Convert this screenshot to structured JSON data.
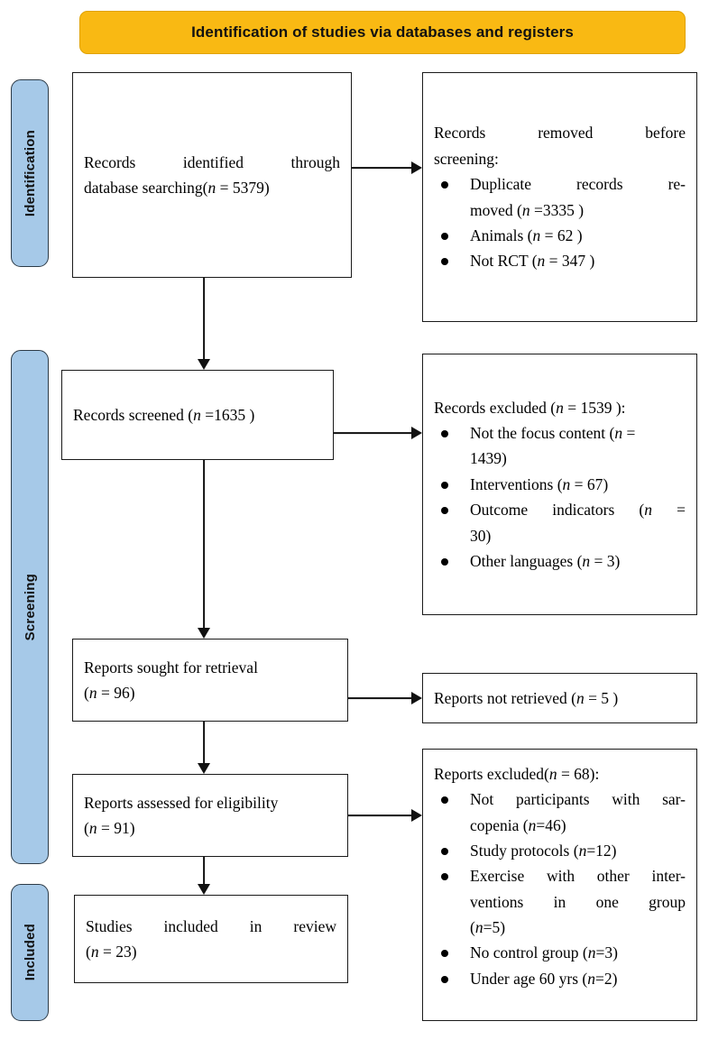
{
  "header": {
    "title": "Identification of studies via databases and registers",
    "background_color": "#F9B913"
  },
  "stages": {
    "background_color": "#A6C9E8",
    "items": [
      {
        "id": "identification",
        "label": "Identification"
      },
      {
        "id": "screening",
        "label": "Screening"
      },
      {
        "id": "included",
        "label": "Included"
      }
    ]
  },
  "boxes": {
    "records_identified": {
      "line1": "Records identified through",
      "line2": "database searching(",
      "n_label": "n",
      "n_value": " = 5379)"
    },
    "records_removed": {
      "line1": "Records removed before",
      "line2": "screening:",
      "items": [
        {
          "text": "Duplicate records re-",
          "text2": "moved  (",
          "n_label": "n",
          "n_value": " =3335 )"
        },
        {
          "text": "Animals (",
          "n_label": "n",
          "n_value": " = 62 )"
        },
        {
          "text": "Not RCT (",
          "n_label": "n",
          "n_value": " = 347 )"
        }
      ]
    },
    "records_screened": {
      "line1": "Records screened (",
      "n_label": "n",
      "n_value": " =1635 )"
    },
    "records_excluded": {
      "line1": "Records excluded (",
      "n_label": "n",
      "n_value": " = 1539 ):",
      "items": [
        {
          "text": "Not the focus content (",
          "n_label": "n",
          "n_value": " =",
          "text2": "1439)"
        },
        {
          "text": "Interventions (",
          "n_label": "n",
          "n_value": " = 67)"
        },
        {
          "text": "Outcome indicators (",
          "n_label": "n",
          "n_value": " =",
          "text2": "30)"
        },
        {
          "text": "Other languages (",
          "n_label": "n",
          "n_value": " = 3)"
        }
      ]
    },
    "reports_sought": {
      "line1": "Reports sought for retrieval",
      "line2": "(",
      "n_label": "n",
      "n_value": " = 96)"
    },
    "reports_not_retrieved": {
      "line1": "Reports not retrieved  (",
      "n_label": "n",
      "n_value": " = 5 )"
    },
    "reports_assessed": {
      "line1": "Reports assessed for eligibility",
      "line2": "(",
      "n_label": "n",
      "n_value": " = 91)"
    },
    "reports_excluded": {
      "line1": "Reports excluded(",
      "n_label": "n",
      "n_value": " = 68):",
      "items": [
        {
          "text": "Not participants with sar-",
          "text2": "copenia (",
          "n_label": "n",
          "n_value": "=46)"
        },
        {
          "text": "Study protocols (",
          "n_label": "n",
          "n_value": "=12)"
        },
        {
          "text": "Exercise with other inter-",
          "text2": "ventions in one group",
          "text3": "(",
          "n_label": "n",
          "n_value": "=5)"
        },
        {
          "text": "No control group (",
          "n_label": "n",
          "n_value": "=3)"
        },
        {
          "text": "Under age 60 yrs (",
          "n_label": "n",
          "n_value": "=2)"
        }
      ]
    },
    "studies_included": {
      "line1": "Studies included in review",
      "line2": "(",
      "n_label": "n",
      "n_value": " = 23)"
    }
  },
  "chart_data": {
    "type": "diagram",
    "title": "Identification of studies via databases and registers",
    "nodes": [
      {
        "id": "records_identified",
        "stage": "Identification",
        "label": "Records identified through database searching",
        "n": 5379
      },
      {
        "id": "records_removed",
        "stage": "Identification",
        "label": "Records removed before screening",
        "children": [
          {
            "label": "Duplicate records removed",
            "n": 3335
          },
          {
            "label": "Animals",
            "n": 62
          },
          {
            "label": "Not RCT",
            "n": 347
          }
        ]
      },
      {
        "id": "records_screened",
        "stage": "Screening",
        "label": "Records screened",
        "n": 1635
      },
      {
        "id": "records_excluded",
        "stage": "Screening",
        "label": "Records excluded",
        "n": 1539,
        "children": [
          {
            "label": "Not the focus content",
            "n": 1439
          },
          {
            "label": "Interventions",
            "n": 67
          },
          {
            "label": "Outcome indicators",
            "n": 30
          },
          {
            "label": "Other languages",
            "n": 3
          }
        ]
      },
      {
        "id": "reports_sought",
        "stage": "Screening",
        "label": "Reports sought for retrieval",
        "n": 96
      },
      {
        "id": "reports_not_retrieved",
        "stage": "Screening",
        "label": "Reports not retrieved",
        "n": 5
      },
      {
        "id": "reports_assessed",
        "stage": "Screening",
        "label": "Reports assessed for eligibility",
        "n": 91
      },
      {
        "id": "reports_excluded",
        "stage": "Screening",
        "label": "Reports excluded",
        "n": 68,
        "children": [
          {
            "label": "Not participants with sarcopenia",
            "n": 46
          },
          {
            "label": "Study protocols",
            "n": 12
          },
          {
            "label": "Exercise with other interventions in one group",
            "n": 5
          },
          {
            "label": "No control group",
            "n": 3
          },
          {
            "label": "Under age 60 yrs",
            "n": 2
          }
        ]
      },
      {
        "id": "studies_included",
        "stage": "Included",
        "label": "Studies included in review",
        "n": 23
      }
    ],
    "edges": [
      {
        "from": "records_identified",
        "to": "records_removed"
      },
      {
        "from": "records_identified",
        "to": "records_screened"
      },
      {
        "from": "records_screened",
        "to": "records_excluded"
      },
      {
        "from": "records_screened",
        "to": "reports_sought"
      },
      {
        "from": "reports_sought",
        "to": "reports_not_retrieved"
      },
      {
        "from": "reports_sought",
        "to": "reports_assessed"
      },
      {
        "from": "reports_assessed",
        "to": "reports_excluded"
      },
      {
        "from": "reports_assessed",
        "to": "studies_included"
      }
    ]
  }
}
